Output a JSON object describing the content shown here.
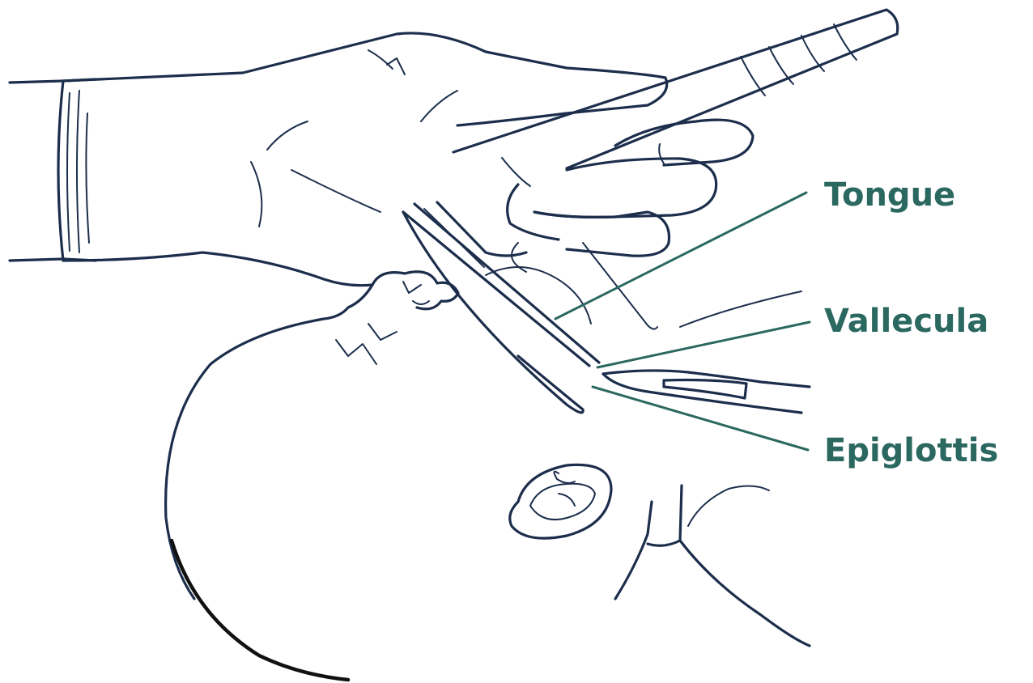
{
  "labels": {
    "tongue": "Tongue",
    "vallecula": "Vallecula",
    "epiglottis": "Epiglottis"
  },
  "colors": {
    "label": "#2a6860",
    "leader": "#2a6860",
    "ink": "#1c2e4c",
    "background": "#ffffff"
  }
}
